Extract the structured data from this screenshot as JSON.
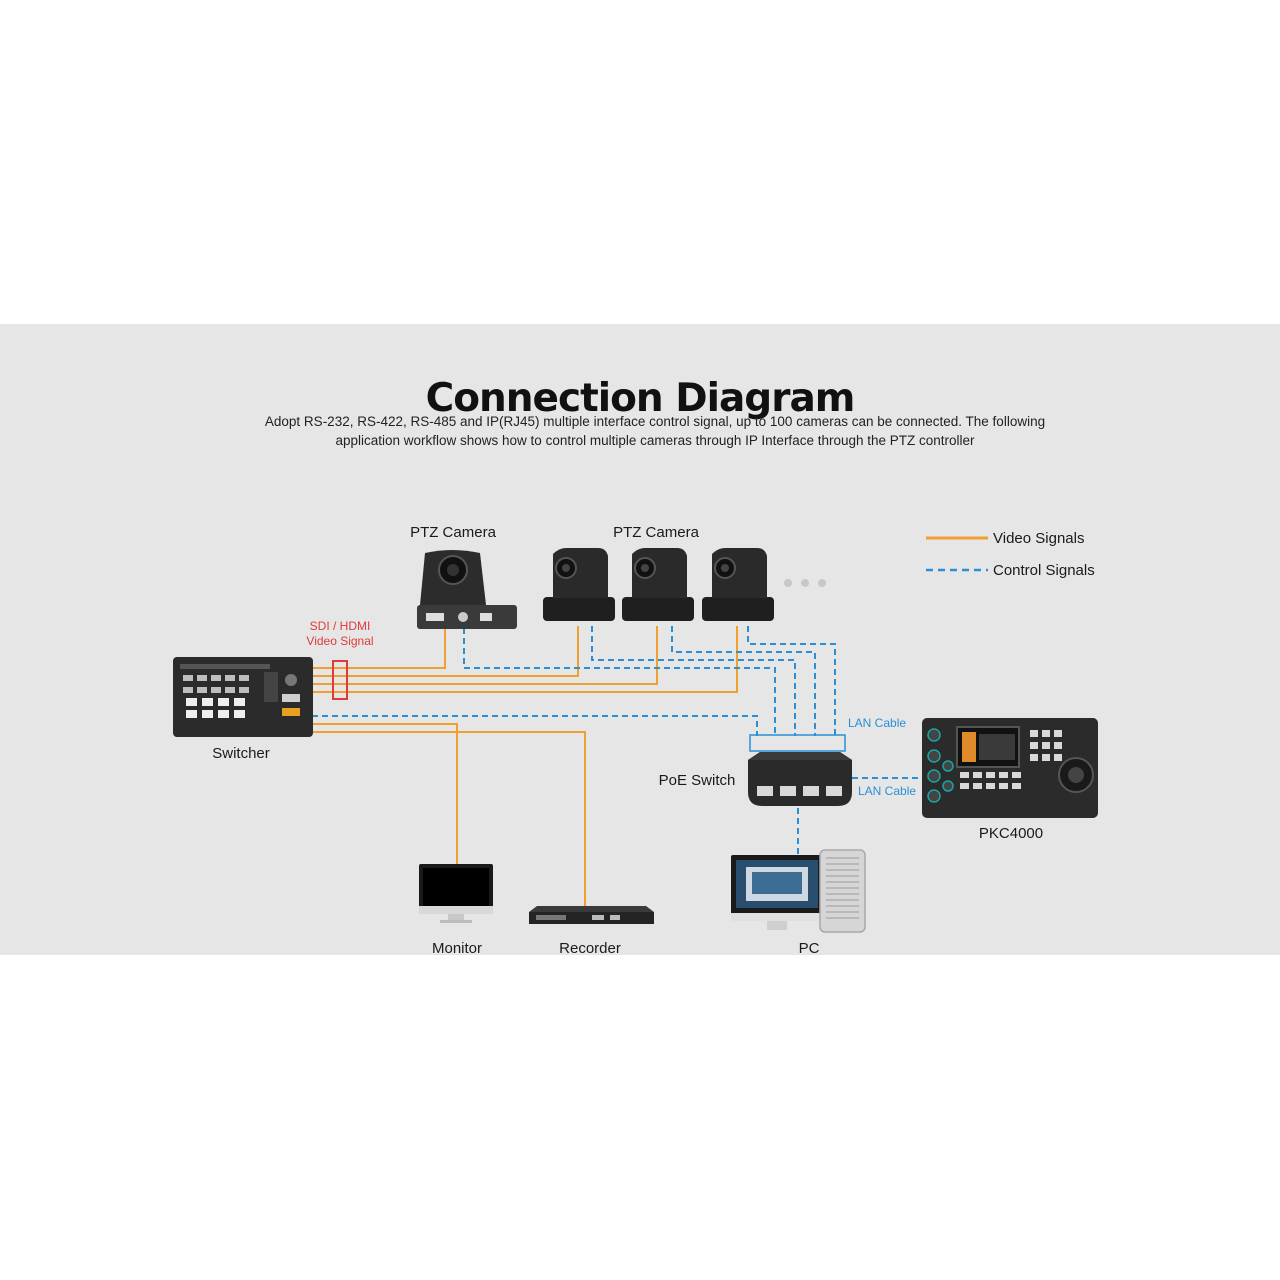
{
  "header": {
    "title": "Connection Diagram",
    "description": "Adopt RS-232, RS-422, RS-485 and IP(RJ45) multiple interface control signal, up to 100 cameras can be connected. The following application workflow shows how to control multiple cameras through IP Interface through the PTZ controller"
  },
  "legend": {
    "video": {
      "label": "Video Signals",
      "color": "#f0a030"
    },
    "control": {
      "label": "Control Signals",
      "color": "#2b8fd6"
    }
  },
  "devices": {
    "ptz_camera_1": "PTZ Camera",
    "ptz_camera_group": "PTZ Camera",
    "switcher": "Switcher",
    "poe_switch": "PoE Switch",
    "controller": "PKC4000",
    "monitor": "Monitor",
    "recorder": "Recorder",
    "pc": "PC"
  },
  "annotations": {
    "sdi_hdmi_line1": "SDI / HDMI",
    "sdi_hdmi_line2": "Video Signal",
    "lan_cable_top": "LAN Cable",
    "lan_cable_right": "LAN Cable"
  },
  "colors": {
    "panel": "#e6e6e6",
    "video_line": "#f0a030",
    "control_line": "#2b8fd6",
    "annotation_red": "#e03a3a",
    "device_dark": "#2b2b2b"
  }
}
